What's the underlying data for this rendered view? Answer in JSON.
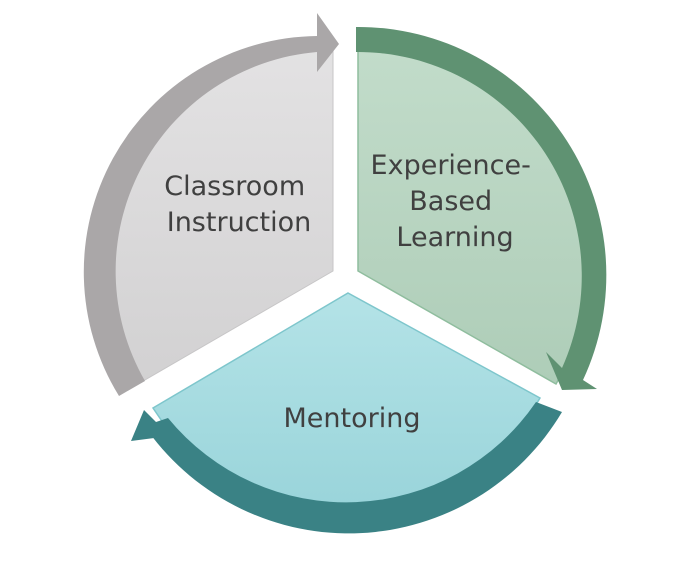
{
  "diagram": {
    "type": "cycle",
    "segments": [
      {
        "id": "classroom",
        "label_lines": [
          "Classroom",
          "Instruction"
        ],
        "fill": "#d9d8d9",
        "arrow_color": "#aaa7a8"
      },
      {
        "id": "experience",
        "label_lines": [
          "Experience-",
          "Based",
          "Learning"
        ],
        "fill": "#b6d4bf",
        "arrow_color": "#5f9272"
      },
      {
        "id": "mentoring",
        "label_lines": [
          "Mentoring"
        ],
        "fill": "#a3dbe0",
        "arrow_color": "#3a8285"
      }
    ]
  }
}
